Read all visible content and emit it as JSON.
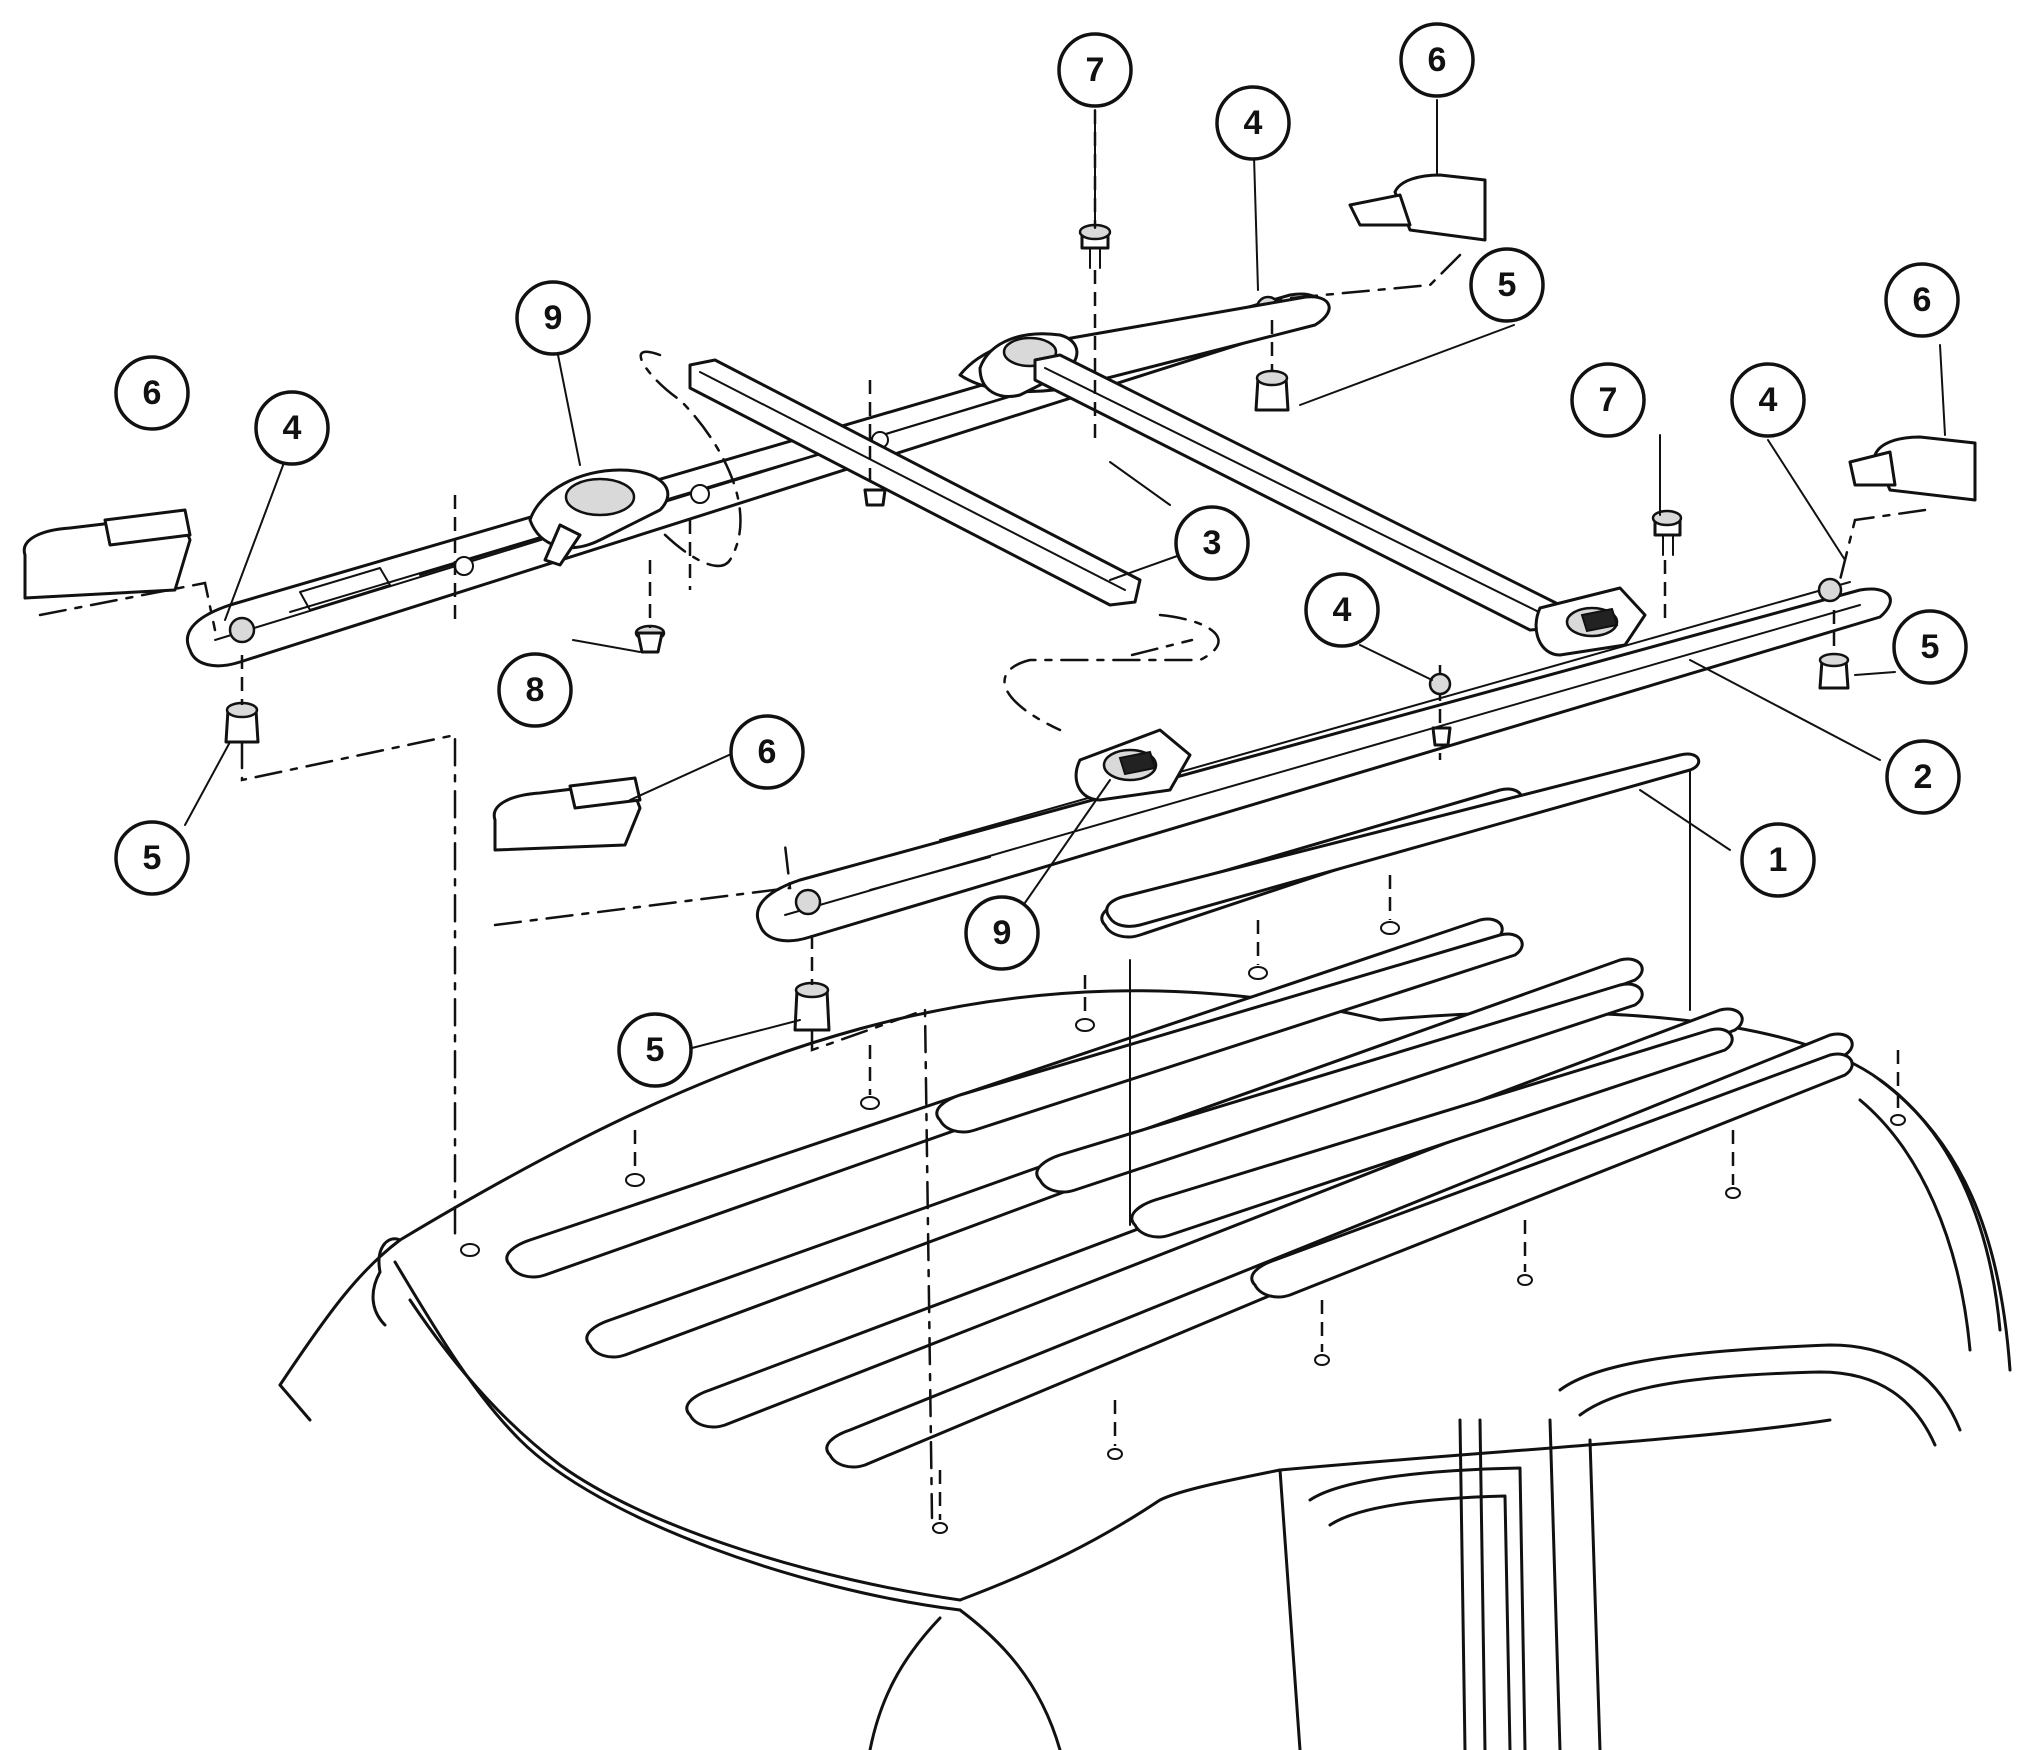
{
  "callouts": [
    {
      "label": "1"
    },
    {
      "label": "2"
    },
    {
      "label": "3"
    },
    {
      "label": "4"
    },
    {
      "label": "4"
    },
    {
      "label": "4"
    },
    {
      "label": "4"
    },
    {
      "label": "5"
    },
    {
      "label": "5"
    },
    {
      "label": "5"
    },
    {
      "label": "5"
    },
    {
      "label": "6"
    },
    {
      "label": "6"
    },
    {
      "label": "6"
    },
    {
      "label": "6"
    },
    {
      "label": "7"
    },
    {
      "label": "7"
    },
    {
      "label": "8"
    },
    {
      "label": "9"
    },
    {
      "label": "9"
    }
  ]
}
